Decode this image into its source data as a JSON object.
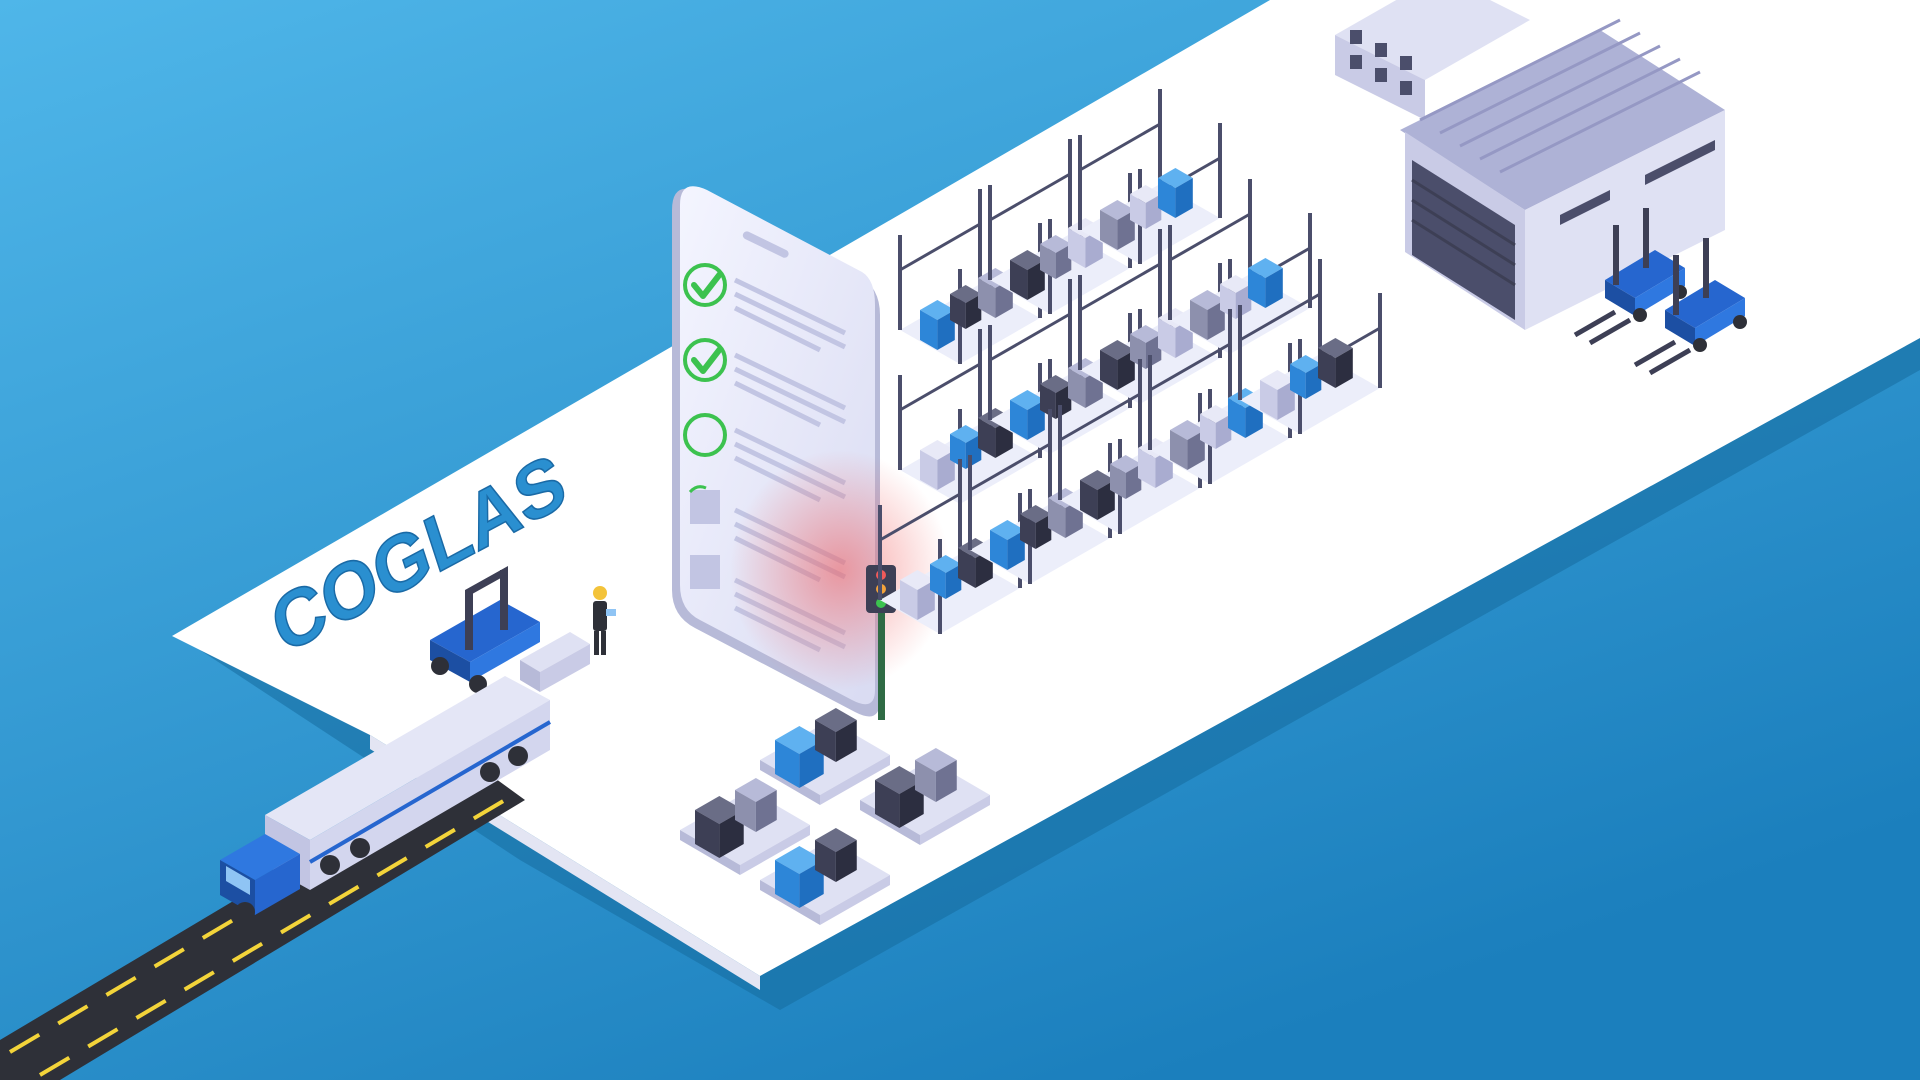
{
  "brand": {
    "name": "COGLAS"
  },
  "phone": {
    "checklist": [
      {
        "state": "checked"
      },
      {
        "state": "checked"
      },
      {
        "state": "pending"
      },
      {
        "state": "partial"
      },
      {
        "state": "empty"
      }
    ]
  },
  "colors": {
    "background_top": "#4fb6e9",
    "background_bottom": "#1b7fbd",
    "platform": "#ffffff",
    "platform_shadow": "#166b9f",
    "brand_text": "#2a8fd0",
    "check_green": "#3cc24f",
    "alert_red": "#f05a5a",
    "rack_frame": "#4b4e6b",
    "box_blue": "#2d86d8",
    "box_dark": "#3d3f55",
    "box_grey": "#8d90ad",
    "truck_blue": "#2666cf",
    "road": "#2e3038",
    "road_line": "#f3d43a",
    "building_wall": "#c9cbe6",
    "building_roof": "#aeb2d6"
  },
  "icons": {
    "check": "check-icon",
    "circle": "circle-icon",
    "traffic_light": "traffic-light-icon"
  }
}
